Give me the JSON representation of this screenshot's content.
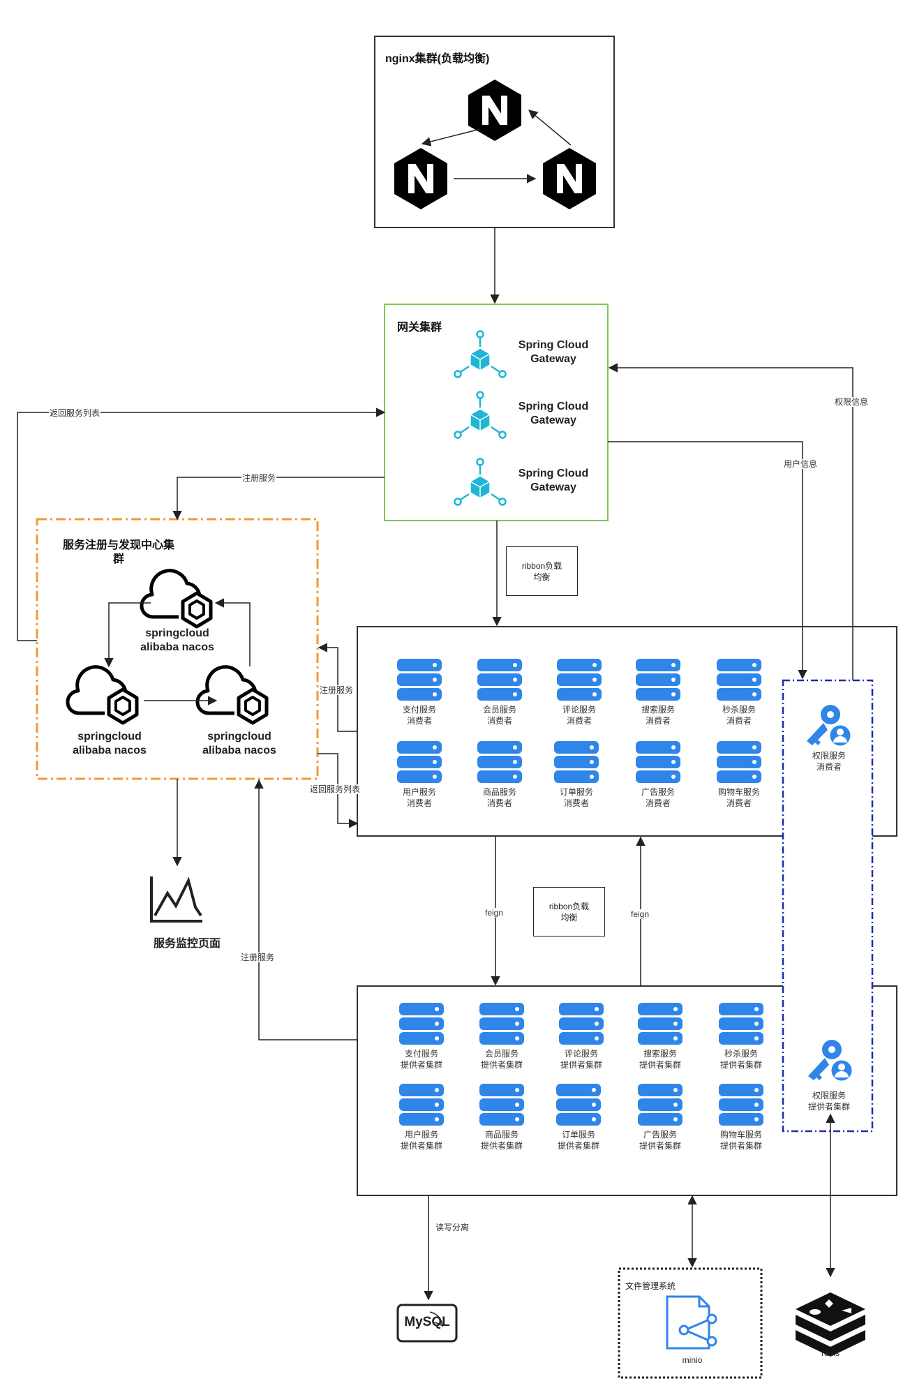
{
  "nginx": {
    "title": "nginx集群(负载均衡)"
  },
  "gateway": {
    "title": "网关集群",
    "nodes": [
      "Spring Cloud\nGateway",
      "Spring Cloud\nGateway",
      "Spring Cloud\nGateway"
    ]
  },
  "registry": {
    "title": "服务注册与发现中心集\n群",
    "nodes": [
      "springcloud\nalibaba nacos",
      "springcloud\nalibaba nacos",
      "springcloud\nalibaba nacos"
    ]
  },
  "monitor": {
    "label": "服务监控页面"
  },
  "consumers": {
    "row1": [
      "支付服务\n消费者",
      "会员服务\n消费者",
      "评论服务\n消费者",
      "搜索服务\n消费者",
      "秒杀服务\n消费者"
    ],
    "row2": [
      "用户服务\n消费者",
      "商品服务\n消费者",
      "订单服务\n消费者",
      "广告服务\n消费者",
      "购物车服务\n消费者"
    ]
  },
  "providers": {
    "row1": [
      "支付服务\n提供者集群",
      "会员服务\n提供者集群",
      "评论服务\n提供者集群",
      "搜索服务\n提供者集群",
      "秒杀服务\n提供者集群"
    ],
    "row2": [
      "用户服务\n提供者集群",
      "商品服务\n提供者集群",
      "订单服务\n提供者集群",
      "广告服务\n提供者集群",
      "购物车服务\n提供者集群"
    ]
  },
  "auth": {
    "consumer": "权限服务\n消费者",
    "provider": "权限服务\n提供者集群"
  },
  "notes": {
    "ribbon1": "ribbon负载\n均衡",
    "ribbon2": "ribbon负载\n均衡"
  },
  "edges": {
    "return_list_top": "返回服务列表",
    "register_top": "注册服务",
    "register_mid": "注册服务",
    "return_list_mid": "返回服务列表",
    "register_bottom": "注册服务",
    "feign_down": "feign",
    "feign_up": "feign",
    "auth_info": "权限信息",
    "user_info": "用户信息",
    "rw_split": "读写分离"
  },
  "storage": {
    "mysql": "MySQL",
    "file_title": "文件管理系统",
    "minio": "minio",
    "redis": "redis"
  },
  "colors": {
    "gateway_border": "#7dc855",
    "registry_border": "#f09a36",
    "auth_border": "#1d2ea8",
    "server_blue": "#2f86e8",
    "gateway_cyan": "#1fb6d3"
  }
}
